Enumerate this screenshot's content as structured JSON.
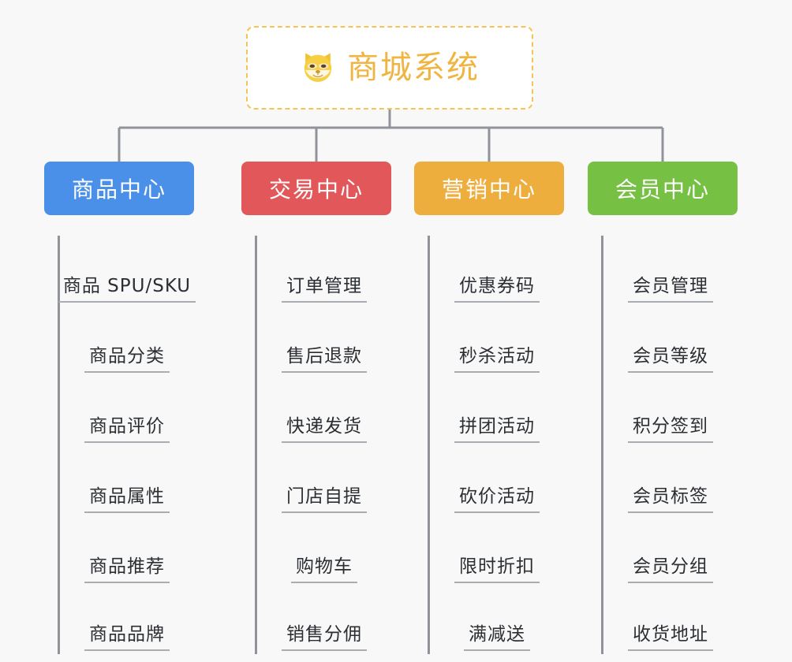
{
  "background_color": "#f8f8f8",
  "root": {
    "title": "商城系统",
    "icon": "shiba-dog-face-icon",
    "text_color": "#f0b440",
    "border_color": "#f5c453",
    "border_style": "dashed",
    "fill_color": "#ffffff"
  },
  "connector_color": "#909399",
  "leaf_underline_color": "#a9acb1",
  "leaf_text_color": "#2b2f33",
  "columns": [
    {
      "title": "商品中心",
      "color": "#4a90e8",
      "items": [
        "商品 SPU/SKU",
        "商品分类",
        "商品评价",
        "商品属性",
        "商品推荐",
        "商品品牌"
      ]
    },
    {
      "title": "交易中心",
      "color": "#e2585a",
      "items": [
        "订单管理",
        "售后退款",
        "快递发货",
        "门店自提",
        "购物车",
        "销售分佣"
      ]
    },
    {
      "title": "营销中心",
      "color": "#edae3e",
      "items": [
        "优惠券码",
        "秒杀活动",
        "拼团活动",
        "砍价活动",
        "限时折扣",
        "满减送"
      ]
    },
    {
      "title": "会员中心",
      "color": "#76c043",
      "items": [
        "会员管理",
        "会员等级",
        "积分签到",
        "会员标签",
        "会员分组",
        "收货地址"
      ]
    }
  ]
}
